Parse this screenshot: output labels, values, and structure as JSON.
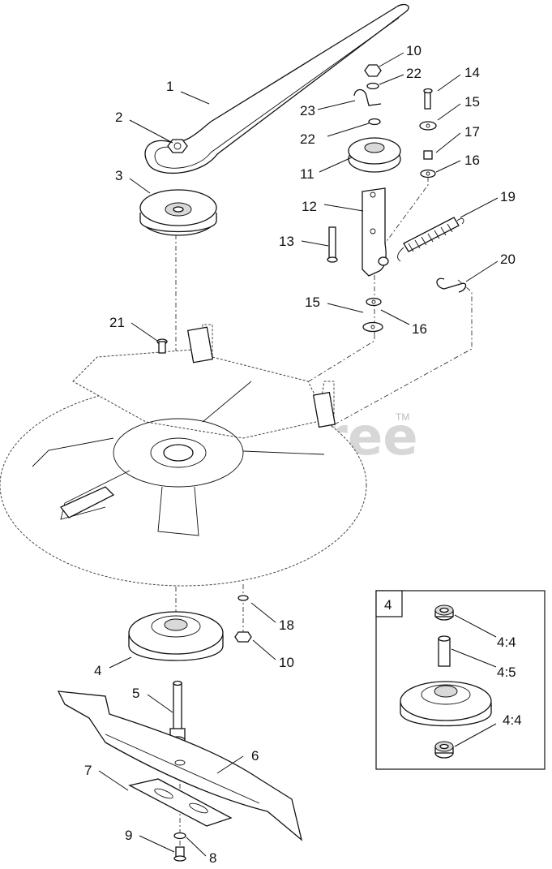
{
  "watermark": {
    "text": "PartsTree",
    "tm": "TM"
  },
  "callouts": [
    "1",
    "2",
    "3",
    "10",
    "22",
    "23",
    "22",
    "11",
    "14",
    "15",
    "17",
    "16",
    "12",
    "19",
    "13",
    "20",
    "15",
    "16",
    "21",
    "18",
    "4",
    "10",
    "5",
    "6",
    "7",
    "9",
    "8"
  ],
  "inset": {
    "box_label": "4",
    "callouts": [
      "4:4",
      "4:5",
      "4:4"
    ]
  }
}
